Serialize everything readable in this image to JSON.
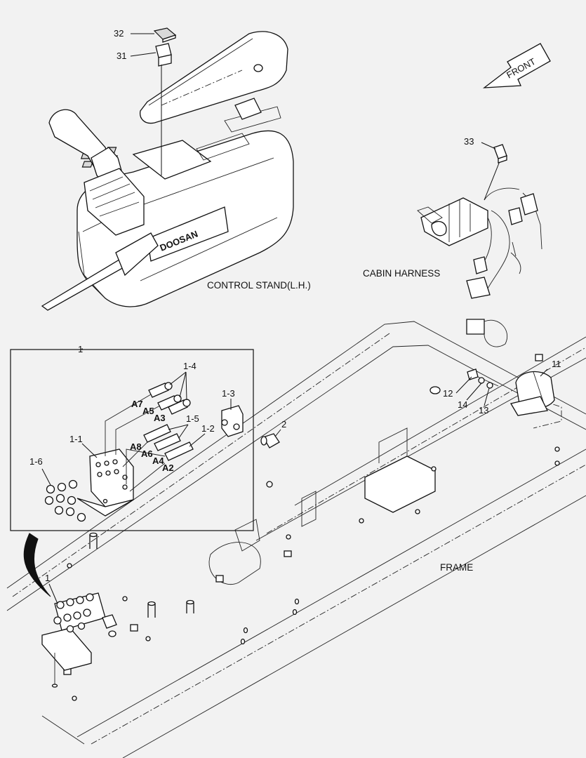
{
  "captions": {
    "control_stand": "CONTROL STAND(L.H.)",
    "cabin_harness": "CABIN HARNESS",
    "frame": "FRAME",
    "front_arrow": "FRONT",
    "brand": "DOOSAN"
  },
  "callouts": {
    "c32": "32",
    "c31": "31",
    "c33": "33",
    "c1_detail": "1",
    "c1_4": "1-4",
    "c1_3": "1-3",
    "c1_5": "1-5",
    "c1_2": "1-2",
    "c1_1": "1-1",
    "c1_6": "1-6",
    "c2": "2",
    "c11": "11",
    "c12": "12",
    "c14": "14",
    "c13": "13",
    "c1_main": "1"
  },
  "ports": {
    "a7": "A7",
    "a5": "A5",
    "a3": "A3",
    "a8": "A8",
    "a6": "A6",
    "a4": "A4",
    "a2": "A2"
  },
  "colors": {
    "background": "#f2f2f2",
    "line": "#111111",
    "fill": "#ffffff"
  }
}
